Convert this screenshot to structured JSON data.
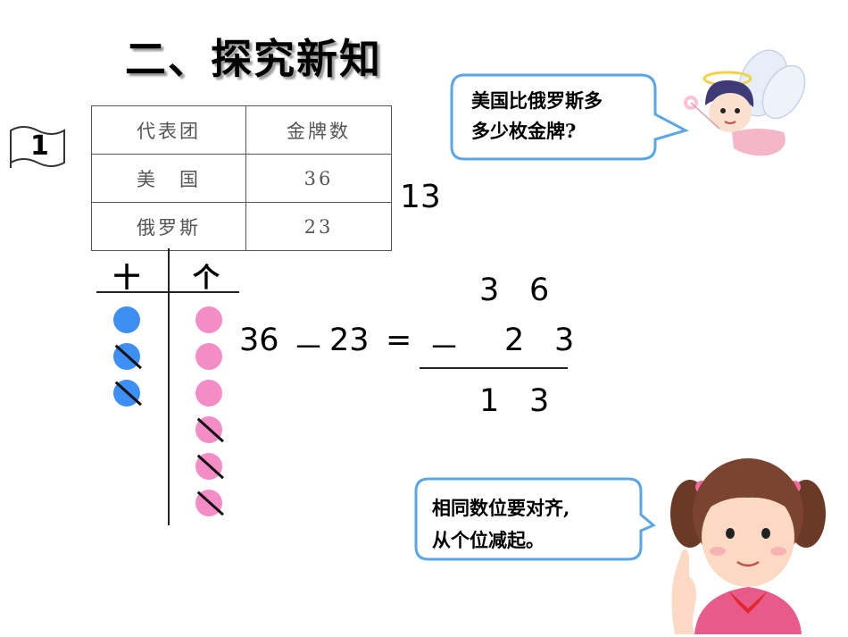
{
  "title": "二、探究新知",
  "problem_number": "1",
  "table": {
    "headers": [
      "代表团",
      "金牌数"
    ],
    "rows": [
      {
        "team": "美　国",
        "medals": "36"
      },
      {
        "team": "俄罗斯",
        "medals": "23"
      }
    ]
  },
  "answer_side": "13",
  "angel_bubble": {
    "line1": "美国比俄罗斯多",
    "line2": "多少枚金牌?"
  },
  "place_value": {
    "tens": "十",
    "ones": "个"
  },
  "equation": {
    "a": "36",
    "minus": "－",
    "b": "23",
    "equals": "="
  },
  "vertical": {
    "top_tens": "3",
    "top_ones": "6",
    "minus": "－",
    "mid_tens": "2",
    "mid_ones": "3",
    "res_tens": "1",
    "res_ones": "3"
  },
  "girl_bubble": {
    "line1": "相同数位要对齐,",
    "line2": "从个位减起。"
  },
  "colors": {
    "blue_dot": "#3d8ff3",
    "pink_dot": "#f48cc5",
    "bubble_border": "#5aa6e6"
  }
}
